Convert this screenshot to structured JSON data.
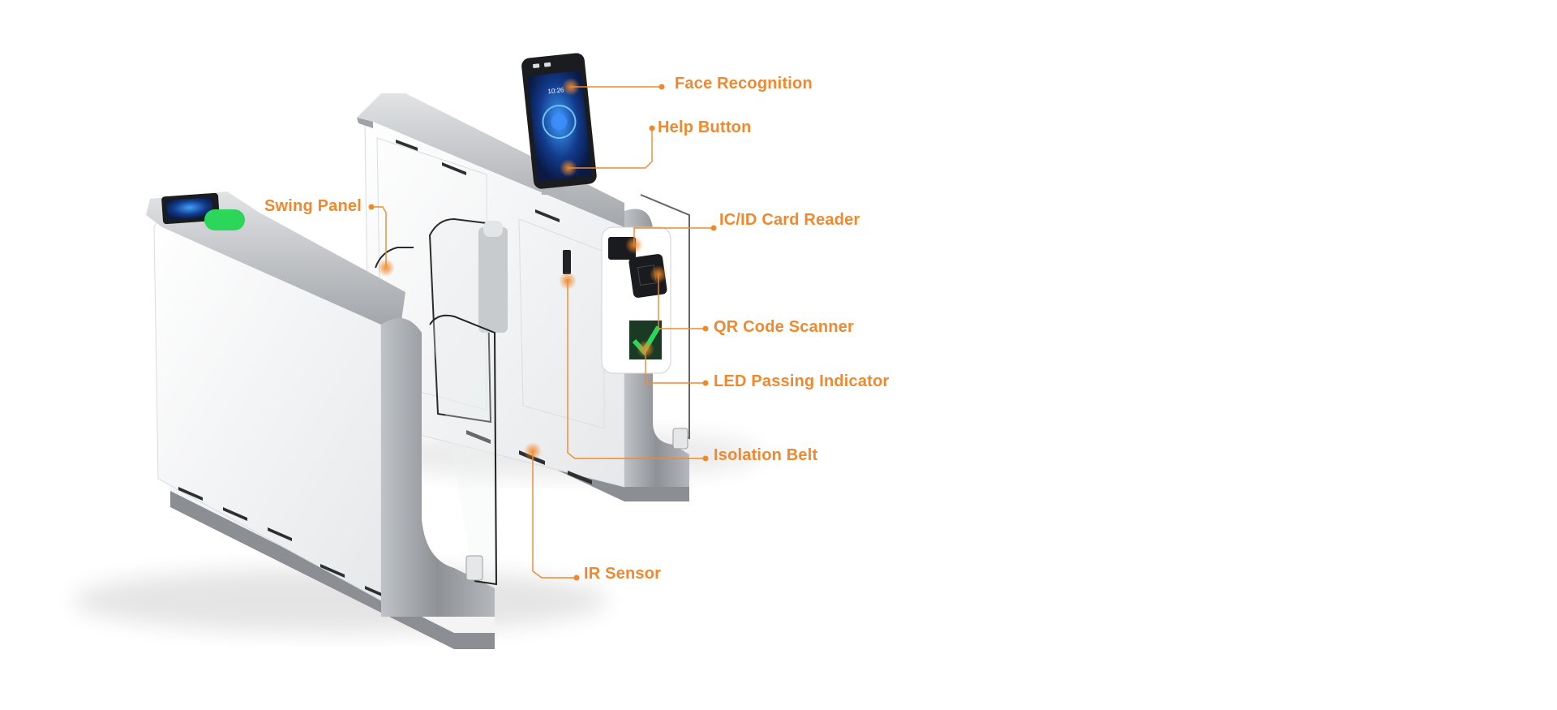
{
  "callouts": {
    "face_recognition": "Face Recognition",
    "help_button": "Help Button",
    "swing_panel": "Swing Panel",
    "card_reader": "IC/ID Card Reader",
    "qr_scanner": "QR Code Scanner",
    "led_indicator": "LED Passing Indicator",
    "isolation_belt": "Isolation Belt",
    "ir_sensor": "IR Sensor"
  },
  "device": {
    "screen_time": "10:26"
  },
  "colors": {
    "accent": "#f0892e",
    "steel": "#9ea1a5",
    "panel": "#f2f3f4",
    "led_green": "#2bd65a"
  }
}
